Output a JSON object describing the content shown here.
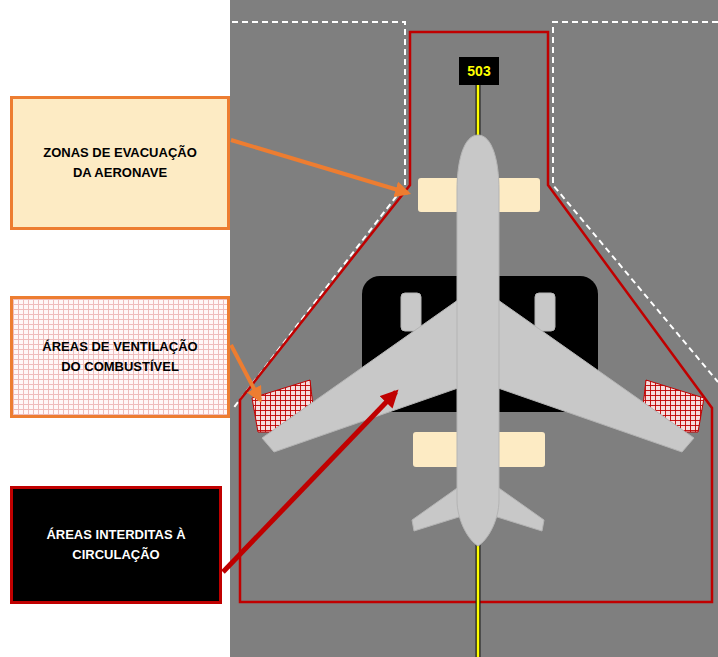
{
  "diagram": {
    "nodes": [
      {
        "text": [
          "ZONAS DE EVACUAÇÃO DA AERONAVE"
        ]
      },
      {
        "text": [
          "ÁREAS DE VENTILAÇÃO DO COMBUSTÍVEL"
        ]
      },
      {
        "text": [
          "ÁREAS INTERDITAS À CIRCULAÇÃO"
        ]
      }
    ],
    "edges": [],
    "labels": [
      "503"
    ]
  }
}
